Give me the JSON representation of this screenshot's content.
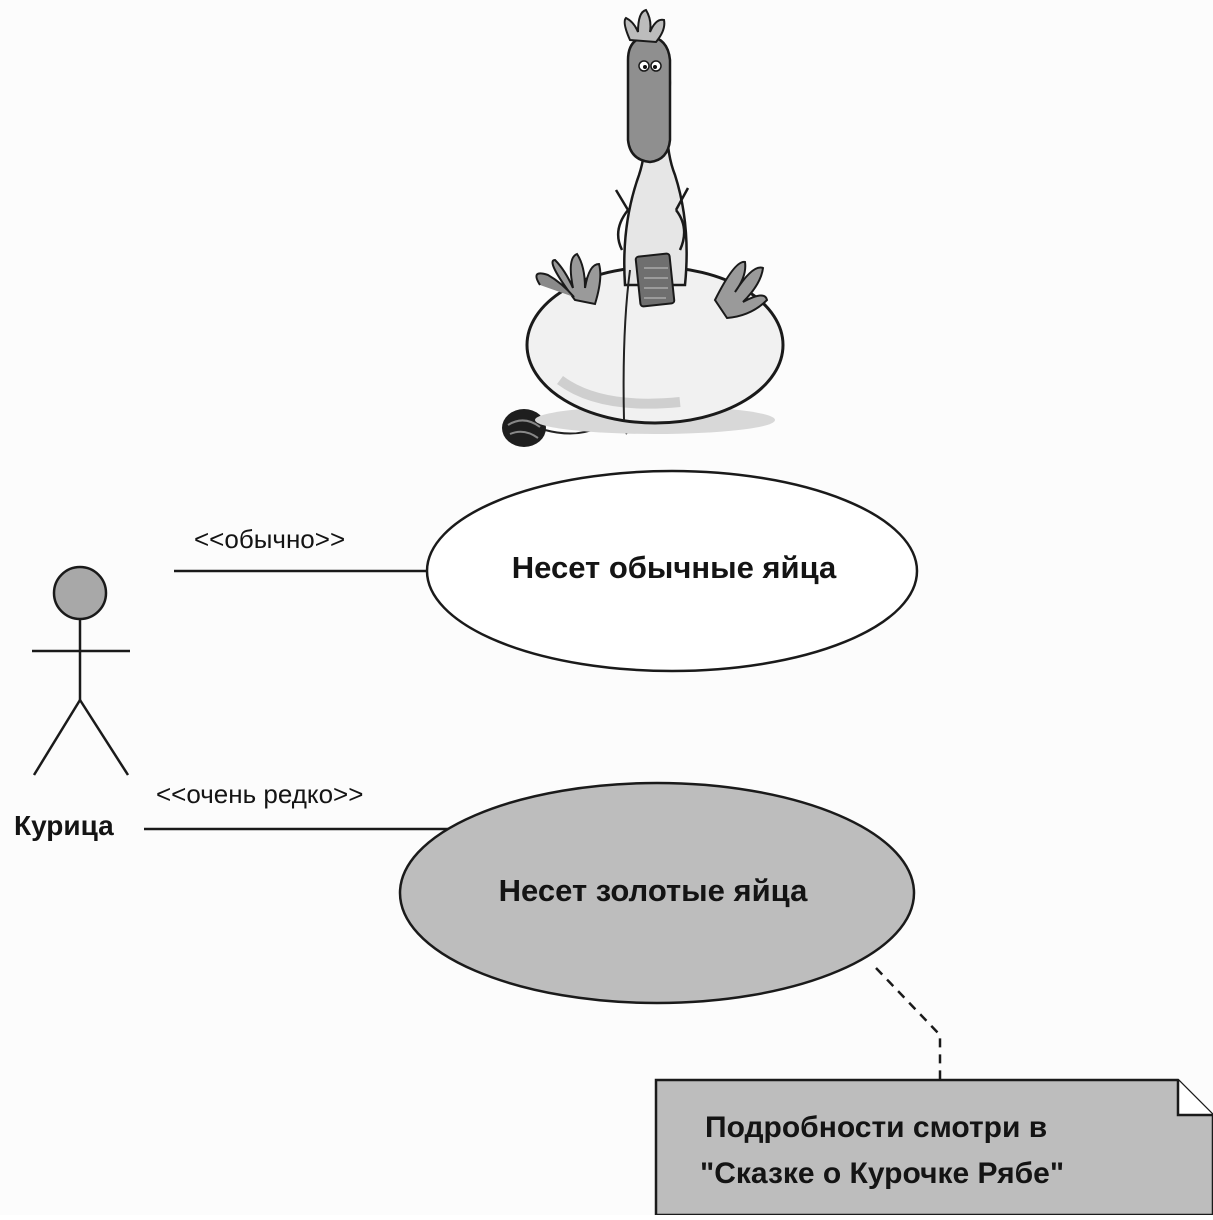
{
  "diagram": {
    "type": "uml-use-case",
    "actor": {
      "name": "Курица",
      "icon": "stick-figure-actor-icon"
    },
    "illustration": {
      "icon": "chicken-sitting-on-egg-illustration"
    },
    "associations": [
      {
        "stereotype": "<<обычно>>",
        "target": "Несет обычные яйца"
      },
      {
        "stereotype": "<<очень редко>>",
        "target": "Несет золотые яйца"
      }
    ],
    "use_cases": [
      {
        "label": "Несет обычные яйца",
        "fill": "#ffffff"
      },
      {
        "label": "Несет золотые яйца",
        "fill": "#bdbdbd"
      }
    ],
    "note": {
      "lines": [
        "Подробности смотри в",
        "\"Сказке о Курочке Рябе\""
      ],
      "fill": "#bdbdbd"
    },
    "colors": {
      "line": "#1a1a1a",
      "actor_head": "#a8a8a8",
      "golden_case": "#bdbdbd",
      "note": "#bdbdbd"
    }
  }
}
